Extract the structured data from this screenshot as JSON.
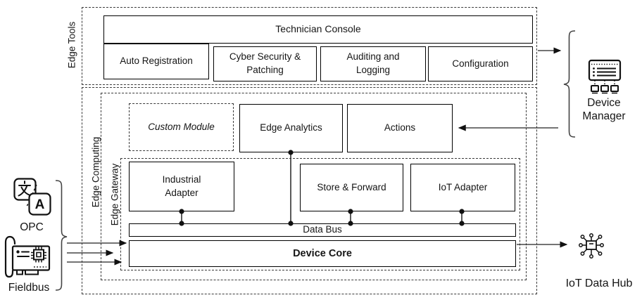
{
  "edge_tools": {
    "label": "Edge Tools",
    "technician_console": "Technician Console",
    "modules": [
      {
        "label": "Auto Registration"
      },
      {
        "label": "Cyber Security & Patching"
      },
      {
        "label": "Auditing and Logging"
      },
      {
        "label": "Configuration"
      }
    ]
  },
  "edge_computing": {
    "label": "Edge Computing",
    "custom_module": "Custom Module",
    "edge_analytics": "Edge Analytics",
    "actions": "Actions"
  },
  "edge_gateway": {
    "label": "Edge Gateway",
    "industrial_adapter": "Industrial Adapter",
    "store_forward": "Store & Forward",
    "iot_adapter": "IoT Adapter",
    "data_bus": "Data Bus",
    "device_core": "Device Core"
  },
  "external": {
    "opc": "OPC",
    "fieldbus": "Fieldbus",
    "device_manager": "Device Manager",
    "iot_data_hub": "IoT Data Hub"
  },
  "icons": {
    "opc_letter": "A"
  },
  "colors": {
    "line": "#222222",
    "box_border": "#000000",
    "dashed_border": "#3a3a3a",
    "background": "#ffffff",
    "text": "#151515"
  }
}
